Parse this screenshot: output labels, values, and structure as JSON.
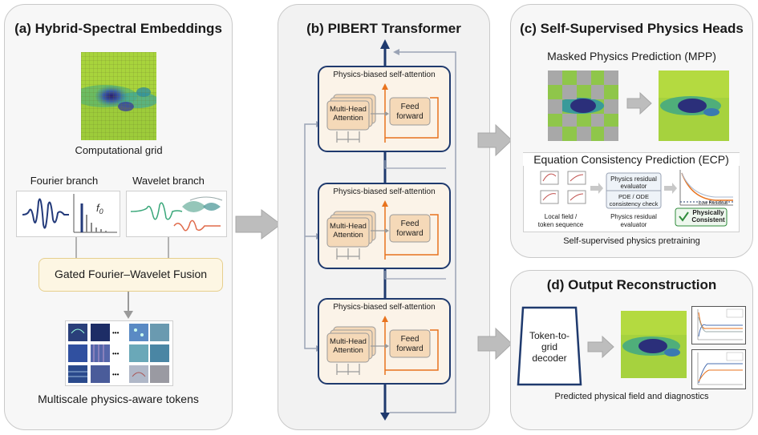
{
  "panel_a": {
    "title": "(a) Hybrid-Spectral Embeddings",
    "grid_caption": "Computational grid",
    "fourier_label": "Fourier branch",
    "wavelet_label": "Wavelet branch",
    "fourier_symbol": "f",
    "fourier_subscript": "0",
    "fusion_label": "Gated Fourier–Wavelet Fusion",
    "ellipsis": "•••",
    "tokens_caption": "Multiscale physics-aware tokens"
  },
  "panel_b": {
    "title": "(b) PIBERT Transformer",
    "blocks": [
      {
        "header": "Physics-biased self-attention",
        "mha_line1": "Multi-Head",
        "mha_line2": "Attention",
        "ff_line1": "Feed",
        "ff_line2": "forward"
      },
      {
        "header": "Physics-biased self-attention",
        "mha_line1": "Multi-Head",
        "mha_line2": "Attention",
        "ff_line1": "Feed",
        "ff_line2": "forward"
      },
      {
        "header": "Physics-biased self-attention",
        "mha_line1": "Multi-Head",
        "mha_line2": "Attention",
        "ff_line1": "Feed",
        "ff_line2": "forward"
      }
    ]
  },
  "panel_c": {
    "title": "(c) Self-Supervised Physics Heads",
    "mpp_title": "Masked Physics Prediction (MPP)",
    "ecp_title": "Equation Consistency Prediction (ECP)",
    "ecp_local_line1": "Local field /",
    "ecp_local_line2": "token sequence",
    "ecp_box_top_line1": "Physics residual",
    "ecp_box_top_line2": "evaluator",
    "ecp_box_bottom_line1": "PDE / ODE",
    "ecp_box_bottom_line2": "consistency check",
    "ecp_eval_line1": "Physics residual",
    "ecp_eval_line2": "evaluator",
    "ecp_low_residual": "Low Residual",
    "ecp_badge_line1": "Physically",
    "ecp_badge_line2": "Consistent",
    "pretrain_caption": "Self-supervised physics pretraining"
  },
  "panel_d": {
    "title": "(d) Output Reconstruction",
    "decoder_line1": "Token-to-",
    "decoder_line2": "grid",
    "decoder_line3": "decoder",
    "caption": "Predicted physical field and diagnostics"
  },
  "colors": {
    "panel_bg": "#f7f7f7",
    "panel_border": "#c9c9c9",
    "block_border": "#1f3a6e",
    "block_bg": "#fbf3e8",
    "inner_box": "#f5d9b8",
    "residual_orange": "#e8731e",
    "main_arrow": "#1f3a6e",
    "skip_gray": "#9aa3b5",
    "big_arrow": "#bdbdbd",
    "fusion_bg": "#fdf6e3",
    "fusion_border": "#e6cf8e",
    "check_green": "#2e8b3a"
  }
}
